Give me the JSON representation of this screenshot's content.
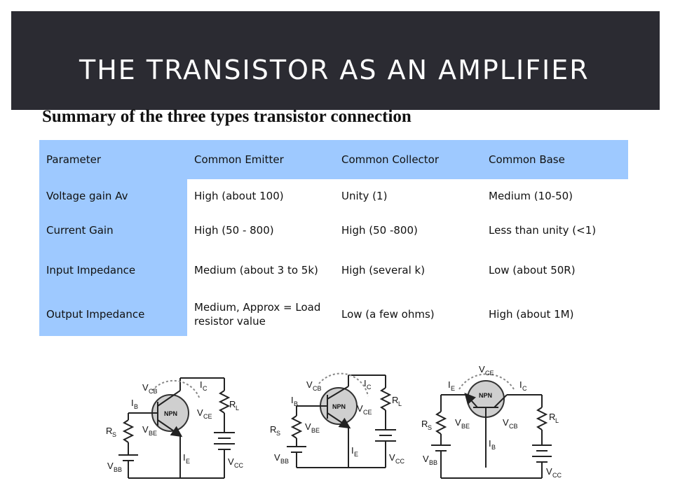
{
  "slide": {
    "title": "THE TRANSISTOR AS AN AMPLIFIER",
    "subtitle": "Summary of the three types transistor connection"
  },
  "table": {
    "headers": [
      "Parameter",
      "Common Emitter",
      "Common Collector",
      "Common Base"
    ],
    "rows": [
      [
        "Voltage gain Av",
        "High (about 100)",
        "Unity (1)",
        "Medium (10-50)"
      ],
      [
        "Current Gain",
        "High (50 - 800)",
        "High (50 -800)",
        "Less than unity (<1)"
      ],
      [
        "Input Impedance",
        "Medium (about 3 to 5k)",
        "High (several k)",
        "Low (about 50R)"
      ],
      [
        "Output Impedance",
        "Medium, Approx = Load resistor value",
        "Low (a few ohms)",
        "High (about 1M)"
      ]
    ]
  },
  "colors": {
    "title_bar": "#2b2b32",
    "table_accent": "#9ec9ff"
  },
  "circuits": {
    "transistor_label": "NPN"
  }
}
